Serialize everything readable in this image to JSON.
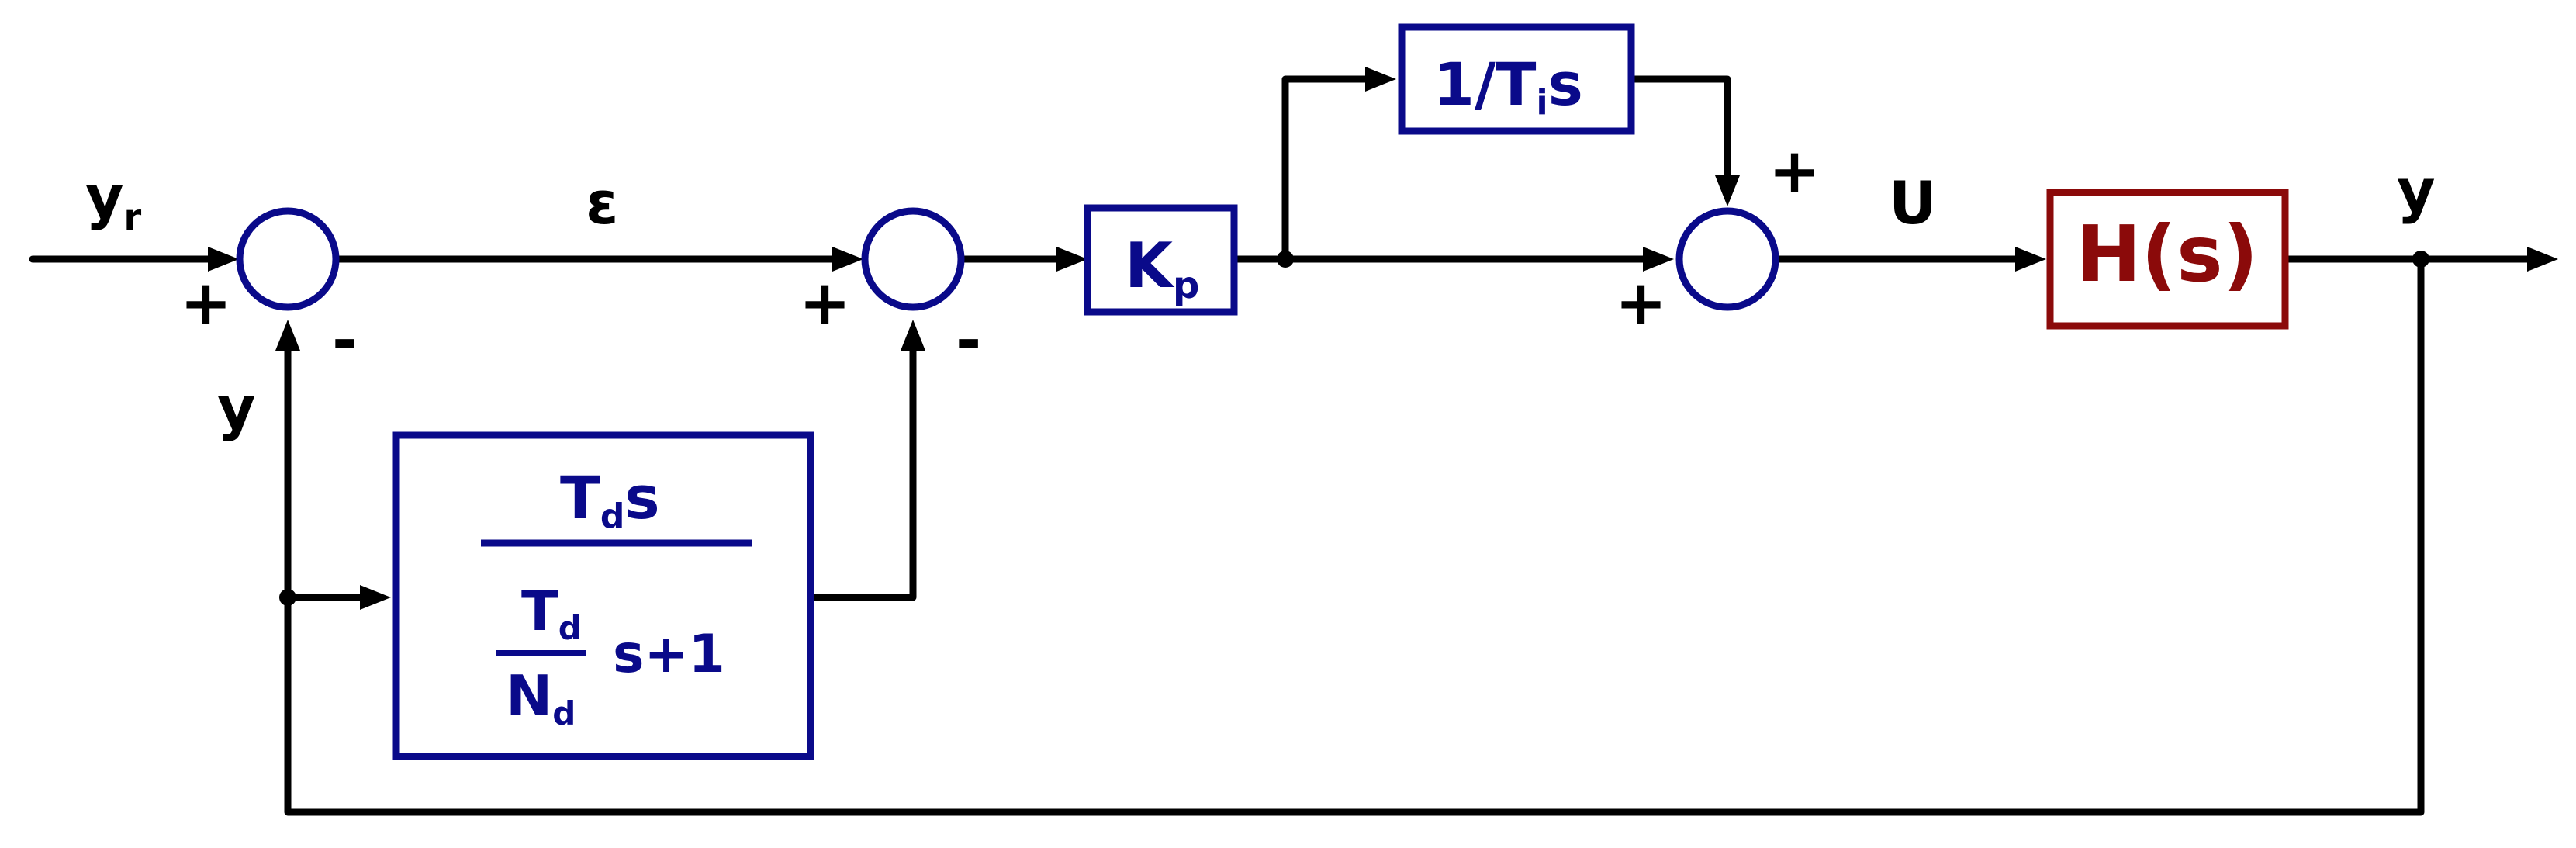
{
  "signals": {
    "reference": "y",
    "reference_sub": "r",
    "error": "ε",
    "control": "U",
    "output": "y",
    "feedback": "y"
  },
  "blocks": {
    "proportional": {
      "main": "K",
      "sub": "p"
    },
    "integral": {
      "prefix": "1/T",
      "sub": "i",
      "suffix": "s"
    },
    "derivative": {
      "num_main": "T",
      "num_sub": "d",
      "num_suffix": "s",
      "inner_num_main": "T",
      "inner_num_sub": "d",
      "inner_den_main": "N",
      "inner_den_sub": "d",
      "tail": "s+1"
    },
    "plant": {
      "label": "H(s)"
    }
  },
  "summing_junctions": {
    "sum1": {
      "plus": "+",
      "minus": "-"
    },
    "sum2": {
      "plus": "+",
      "minus": "-"
    },
    "sum3": {
      "plus_left": "+",
      "plus_top": "+"
    }
  },
  "colors": {
    "controller_blocks": "#0a0a8a",
    "plant_block": "#8b0a0a",
    "wires": "#000000"
  }
}
